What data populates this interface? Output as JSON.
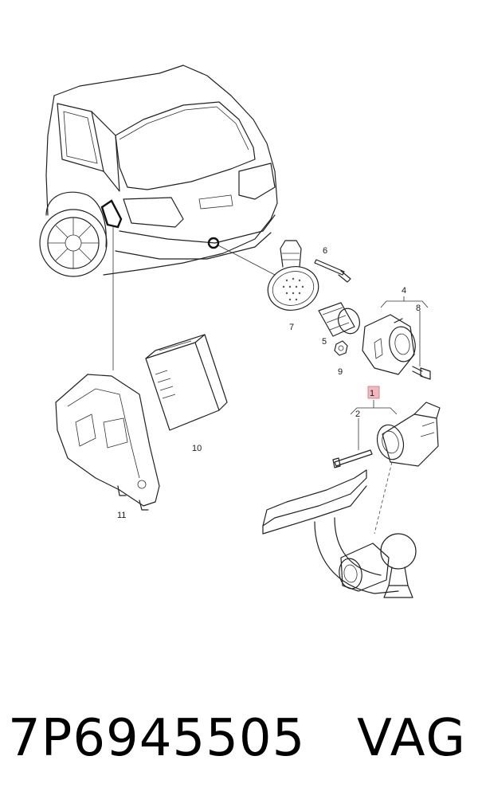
{
  "diagram": {
    "callouts": [
      {
        "id": "c1",
        "label": "1"
      },
      {
        "id": "c2",
        "label": "2"
      },
      {
        "id": "c4",
        "label": "4"
      },
      {
        "id": "c5",
        "label": "5"
      },
      {
        "id": "c6",
        "label": "6"
      },
      {
        "id": "c7",
        "label": "7"
      },
      {
        "id": "c8",
        "label": "8"
      },
      {
        "id": "c9",
        "label": "9"
      },
      {
        "id": "c10",
        "label": "10"
      },
      {
        "id": "c11",
        "label": "11"
      }
    ],
    "highlight_color": "#f2b8c2"
  },
  "footer": {
    "part_number": "7P6945505",
    "brand": "VAG"
  }
}
